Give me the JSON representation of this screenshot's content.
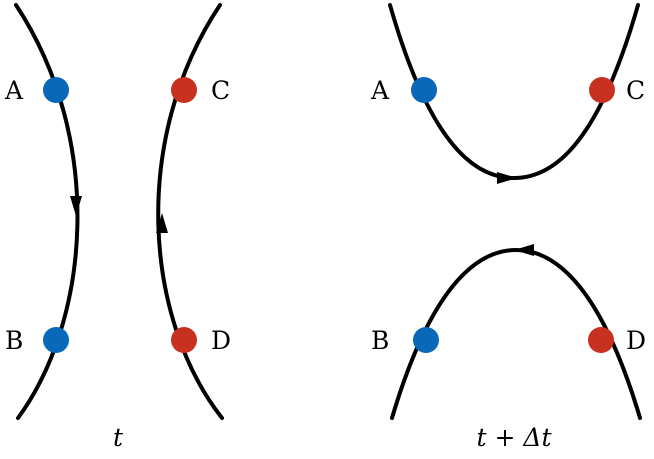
{
  "colors": {
    "blue": "#0a68b8",
    "red": "#c8311f",
    "stroke": "#000000"
  },
  "left_panel": {
    "caption": "t",
    "points": {
      "a": "A",
      "b": "B",
      "c": "C",
      "d": "D"
    }
  },
  "right_panel": {
    "caption": "t + Δt",
    "points": {
      "a": "A",
      "b": "B",
      "c": "C",
      "d": "D"
    }
  }
}
